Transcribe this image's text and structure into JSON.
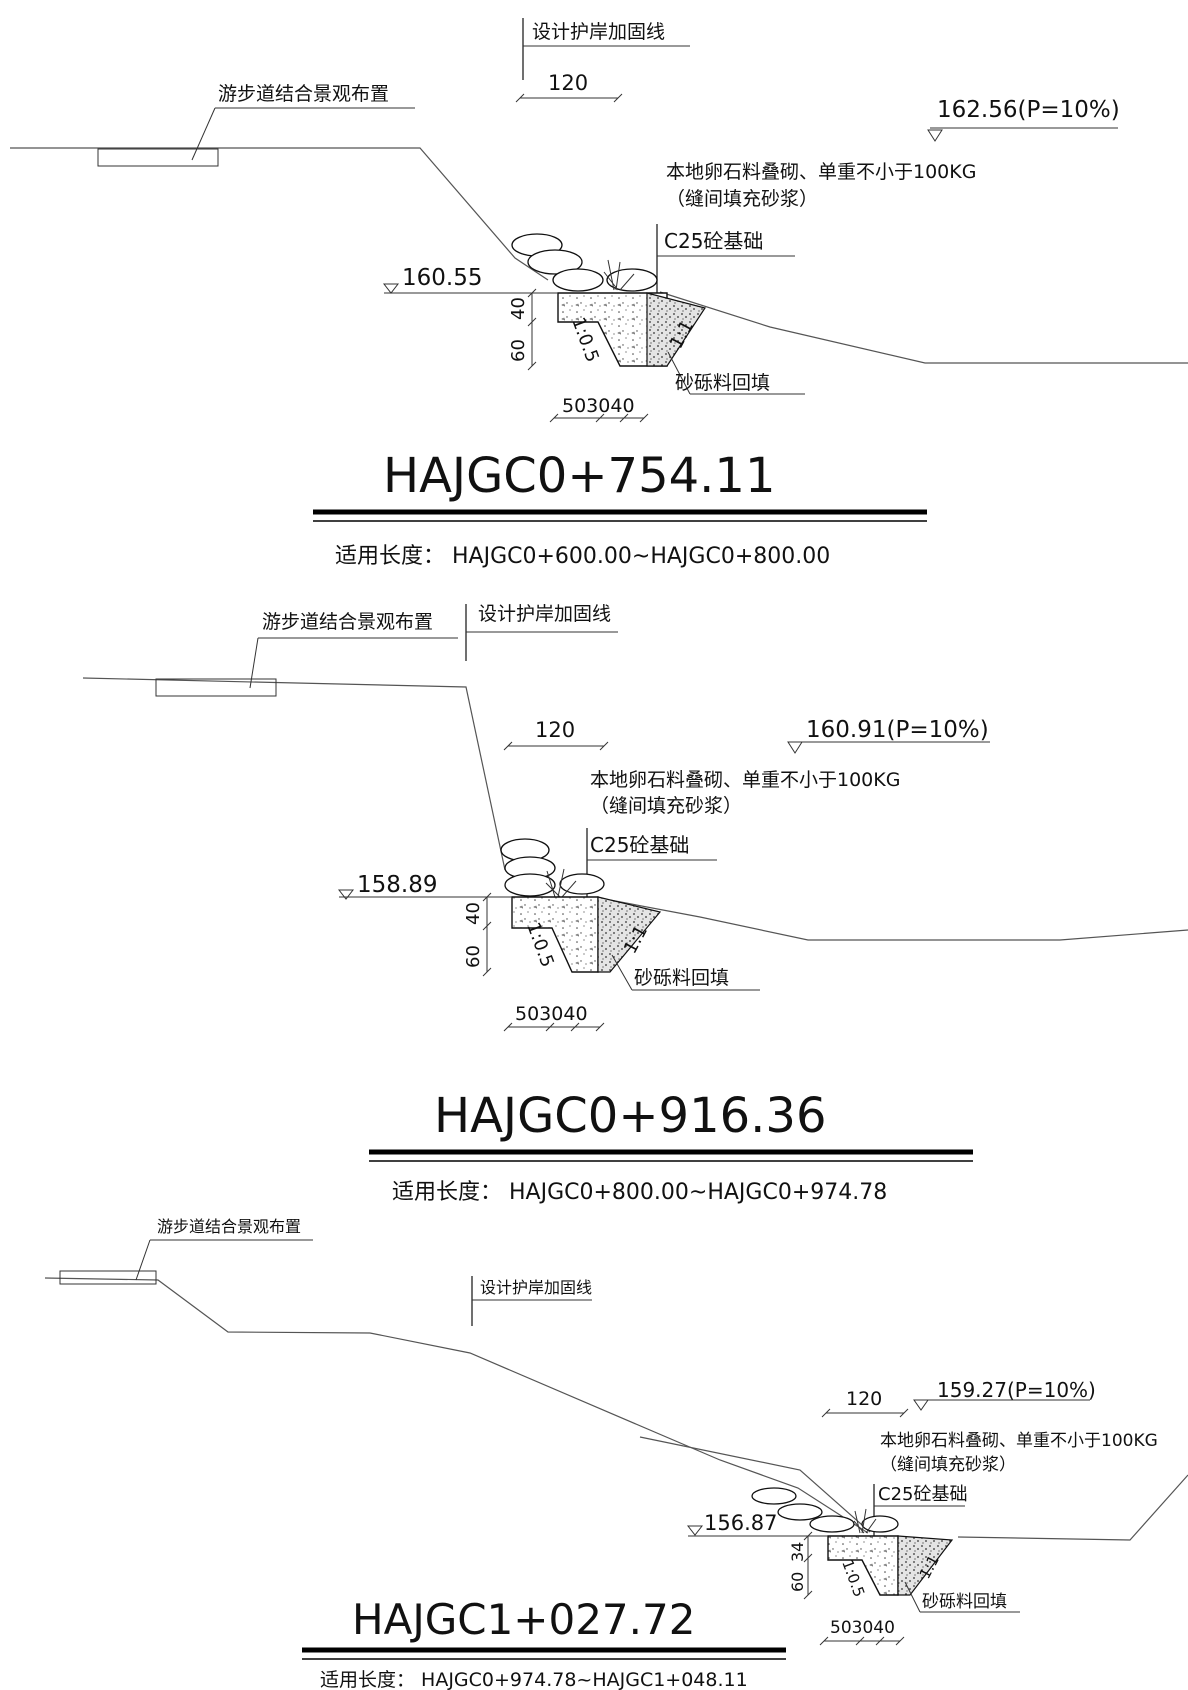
{
  "sections": [
    {
      "station": "HAJGC0+754.11",
      "applicable_length": "适用长度： HAJGC0+600.00~HAJGC0+800.00",
      "walkway": "游步道结合景观布置",
      "design_line": "设计护岸加固线",
      "width_120": "120",
      "water_level": "162.56(P=10%)",
      "stone_note_1": "本地卵石料叠砌、单重不小于100KG",
      "stone_note_2": "（缝间填充砂浆）",
      "foundation": "C25砼基础",
      "base_elev": "160.55",
      "slope_1": "1:0.5",
      "slope_2": "1:1",
      "backfill": "砂砾料回填",
      "h_top": "40",
      "h_total": "60",
      "w_dims": "503040"
    },
    {
      "station": "HAJGC0+916.36",
      "applicable_length": "适用长度： HAJGC0+800.00~HAJGC0+974.78",
      "walkway": "游步道结合景观布置",
      "design_line": "设计护岸加固线",
      "width_120": "120",
      "water_level": "160.91(P=10%)",
      "stone_note_1": "本地卵石料叠砌、单重不小于100KG",
      "stone_note_2": "（缝间填充砂浆）",
      "foundation": "C25砼基础",
      "base_elev": "158.89",
      "slope_1": "1:0.5",
      "slope_2": "1:1",
      "backfill": "砂砾料回填",
      "h_top": "40",
      "h_total": "60",
      "w_dims": "503040"
    },
    {
      "station": "HAJGC1+027.72",
      "applicable_length": "适用长度： HAJGC0+974.78~HAJGC1+048.11",
      "walkway": "游步道结合景观布置",
      "design_line": "设计护岸加固线",
      "width_120": "120",
      "water_level": "159.27(P=10%)",
      "stone_note_1": "本地卵石料叠砌、单重不小于100KG",
      "stone_note_2": "（缝间填充砂浆）",
      "foundation": "C25砼基础",
      "base_elev": "156.87",
      "slope_1": "1:0.5",
      "slope_2": "1:1",
      "backfill": "砂砾料回填",
      "h_top": "34",
      "h_total": "60",
      "w_dims": "503040"
    }
  ]
}
